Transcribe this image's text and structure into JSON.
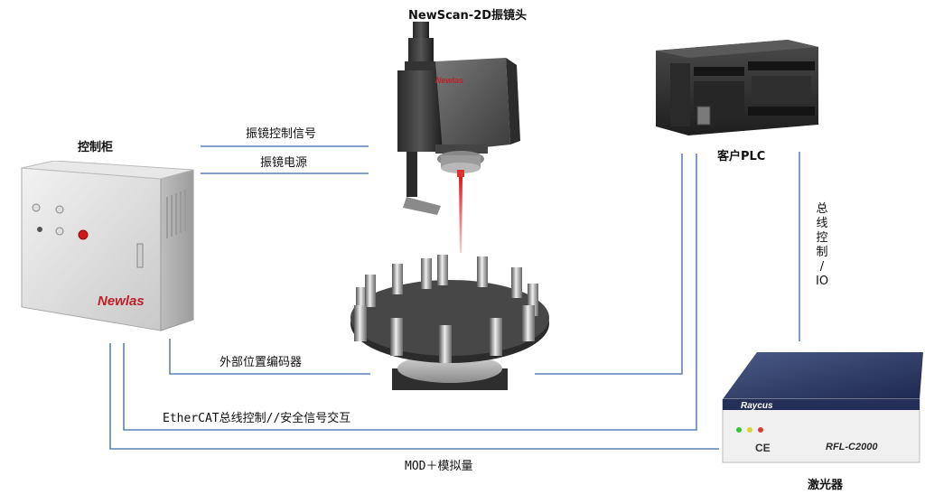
{
  "devices": {
    "scan_head": "NewScan-2D振镜头",
    "cabinet": "控制柜",
    "plc": "客户PLC",
    "laser": "激光器"
  },
  "brands": {
    "newlas": "Newlas",
    "raycus": "Raycus",
    "laser_model": "RFL-C2000",
    "ce": "CE"
  },
  "connections": {
    "galvo_signal": "振镜控制信号",
    "galvo_power": "振镜电源",
    "encoder": "外部位置编码器",
    "ethercat": "EtherCAT总线控制//安全信号交互",
    "mod": "MOD＋模拟量",
    "bus_io_chars": [
      "总",
      "线",
      "控",
      "制",
      "/",
      "IO"
    ]
  },
  "colors": {
    "wire": "#5b82b8",
    "beam": "#e01818"
  }
}
